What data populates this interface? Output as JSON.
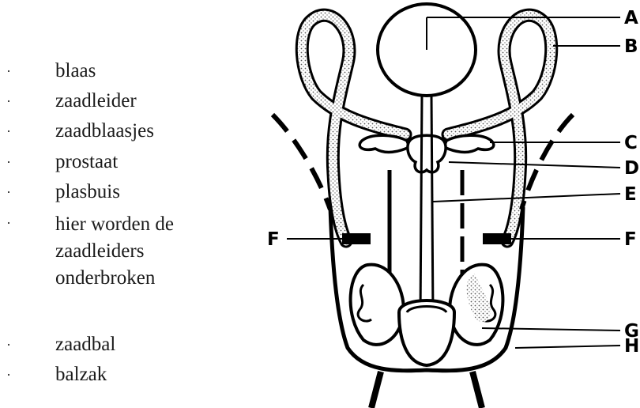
{
  "legend": {
    "items": [
      {
        "bullet": "·",
        "label": "blaas"
      },
      {
        "bullet": "·",
        "label": "zaadleider"
      },
      {
        "bullet": "·",
        "label": "zaadblaasjes"
      },
      {
        "bullet": "·",
        "label": "prostaat"
      },
      {
        "bullet": "·",
        "label": "plasbuis"
      },
      {
        "bullet": "·",
        "label": "hier worden de\nzaadleiders\nonderbroken"
      },
      {
        "bullet": "·",
        "label": "zaadbal"
      },
      {
        "bullet": "·",
        "label": "balzak"
      }
    ]
  },
  "diagram": {
    "labels": {
      "A": "A",
      "B": "B",
      "C": "C",
      "D": "D",
      "E": "E",
      "F_left": "F",
      "F_right": "F",
      "G": "G",
      "H": "H"
    }
  }
}
